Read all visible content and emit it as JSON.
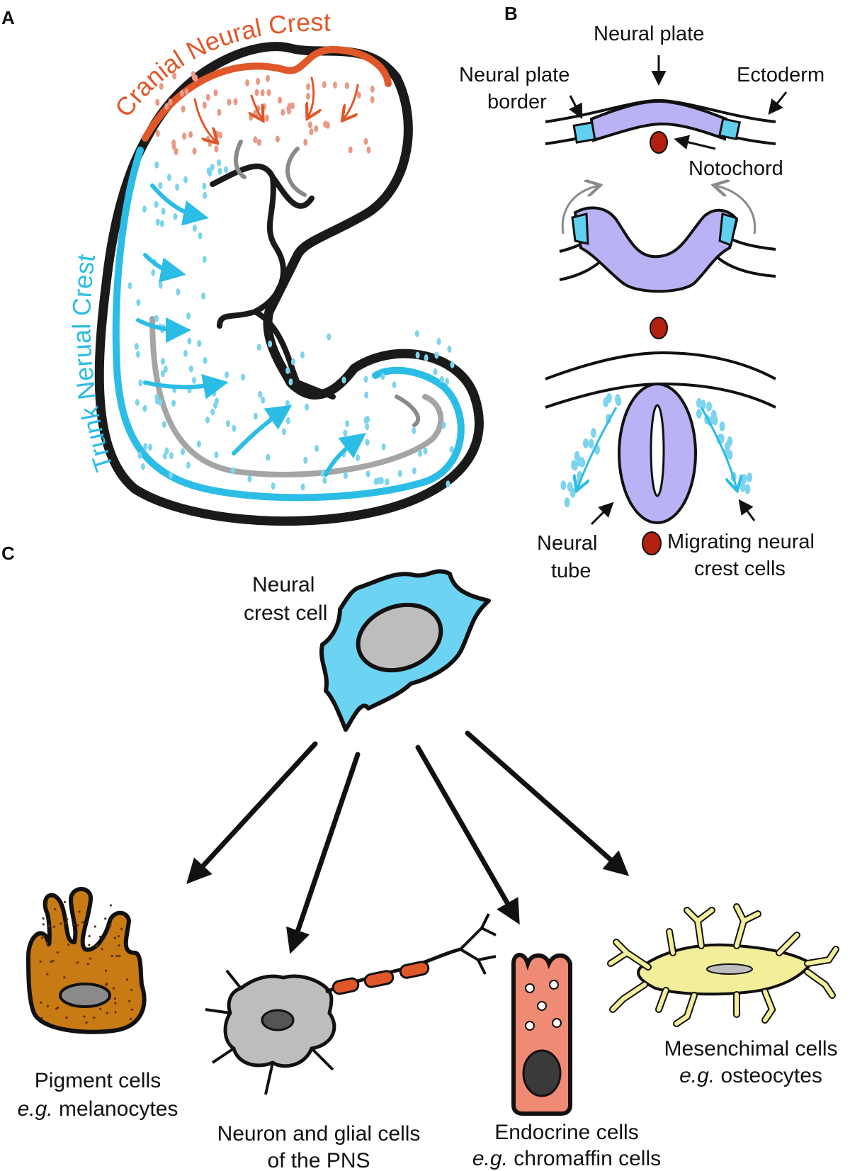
{
  "panels": {
    "a": {
      "letter": "A",
      "cranial_label": "Cranial Neural Crest",
      "trunk_label": "Trunk Nerual Crest",
      "cranial_color": "#e0572a",
      "trunk_color": "#2bbde6"
    },
    "b": {
      "letter": "B",
      "labels": {
        "neural_plate": "Neural plate",
        "neural_plate_border_1": "Neural plate",
        "neural_plate_border_2": "border",
        "ectoderm": "Ectoderm",
        "notochord": "Notochord",
        "neural_tube_1": "Neural",
        "neural_tube_2": "tube",
        "migrating_1": "Migrating neural",
        "migrating_2": "crest cells"
      },
      "plate_color": "#b9b2f4",
      "border_color": "#5fd0ee",
      "notochord_color": "#b32010"
    },
    "c": {
      "letter": "C",
      "source_1": "Neural",
      "source_2": "crest cell",
      "source_color": "#6dd3f2",
      "fates": [
        {
          "name": "Pigment cells",
          "eg": "e.g.",
          "example": " melanocytes",
          "color": "#c87a14"
        },
        {
          "name": "Neuron and glial cells",
          "line2": "of the PNS",
          "color": "#bdbdbd"
        },
        {
          "name": "Endocrine cells",
          "eg": "e.g.",
          "example": " chromaffin cells",
          "color": "#ef8a74"
        },
        {
          "name": "Mesenchimal cells",
          "eg": "e.g.",
          "example": " osteocytes",
          "color": "#f2ee9a"
        }
      ]
    }
  }
}
